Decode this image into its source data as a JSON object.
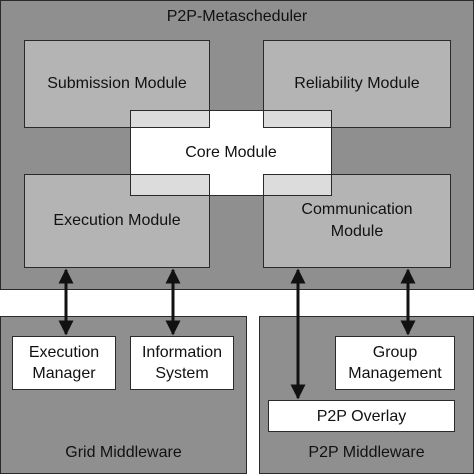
{
  "top_panel": {
    "title": "P2P-Metascheduler"
  },
  "modules": {
    "submission": "Submission Module",
    "reliability": "Reliability Module",
    "core": "Core Module",
    "execution": "Execution Module",
    "communication": "Communication\nModule"
  },
  "grid_middleware": {
    "title": "Grid Middleware",
    "execution_manager": "Execution\nManager",
    "information_system": "Information\nSystem"
  },
  "p2p_middleware": {
    "title": "P2P Middleware",
    "group_management": "Group\nManagement",
    "p2p_overlay": "P2P Overlay"
  }
}
